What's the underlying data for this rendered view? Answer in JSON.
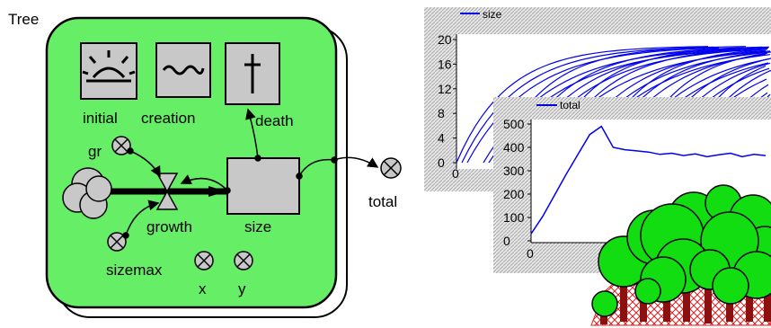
{
  "diagram": {
    "title": "Tree",
    "accent_color": "#66ee66",
    "nodes": {
      "initial": "initial",
      "creation": "creation",
      "death": "death",
      "gr": "gr",
      "growth": "growth",
      "size": "size",
      "sizemax": "sizemax",
      "x": "x",
      "y": "y",
      "total": "total"
    },
    "icons": {
      "initial": "sunrise-icon",
      "creation": "wave-icon",
      "death": "cross-icon"
    }
  },
  "chart_data": [
    {
      "type": "line",
      "series": [
        {
          "name": "size",
          "color": "#0000ee"
        }
      ],
      "ylim": [
        0,
        20
      ],
      "yticks": [
        "20",
        "16",
        "12",
        "8",
        "4",
        "0"
      ],
      "xticks": [
        "0"
      ],
      "note_values": "many overlapping size curves rising from 0 toward ~18-20"
    },
    {
      "type": "line",
      "series": [
        {
          "name": "total",
          "color": "#0000ee",
          "x": [
            0,
            5,
            10,
            15,
            20,
            25,
            30,
            35,
            40,
            45,
            50,
            55,
            60,
            65,
            70,
            75,
            80,
            85,
            90,
            95,
            100
          ],
          "values": [
            30,
            105,
            195,
            285,
            370,
            455,
            490,
            400,
            390,
            385,
            380,
            370,
            375,
            365,
            372,
            360,
            368,
            375,
            360,
            370,
            365
          ]
        }
      ],
      "ylim": [
        0,
        500
      ],
      "yticks": [
        "500",
        "400",
        "300",
        "200",
        "100",
        "0"
      ],
      "xticks": [
        "0"
      ]
    }
  ]
}
